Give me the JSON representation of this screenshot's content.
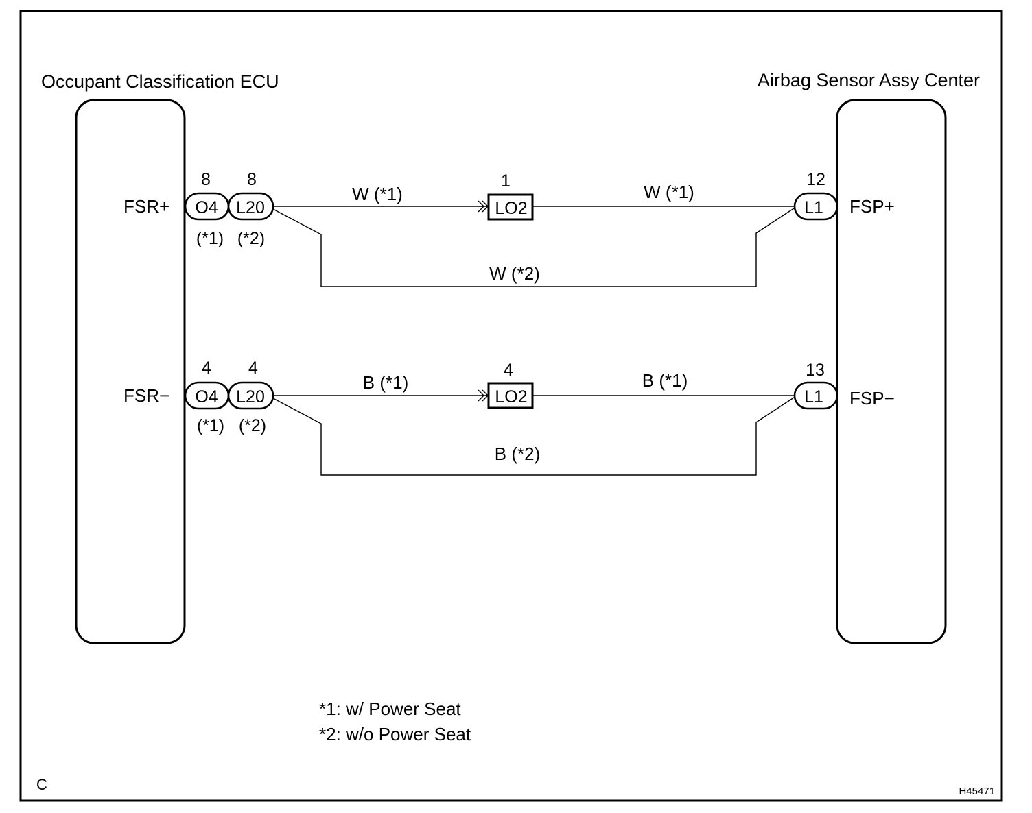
{
  "ecu_left": {
    "title": "Occupant Classification ECU",
    "pin_pos": "FSR+",
    "pin_neg": "FSR−"
  },
  "ecu_right": {
    "title": "Airbag Sensor Assy Center",
    "pin_pos": "FSP+",
    "pin_neg": "FSP−"
  },
  "circuit_pos": {
    "left_connectors": [
      {
        "name": "O4",
        "pin": "8",
        "variant": "(*1)"
      },
      {
        "name": "L20",
        "pin": "8",
        "variant": "(*2)"
      }
    ],
    "junction": {
      "name": "LO2",
      "pin": "1"
    },
    "right_connector": {
      "name": "L1",
      "pin": "12"
    },
    "wire_a": "W (*1)",
    "wire_b": "W (*1)",
    "wire_c": "W (*2)"
  },
  "circuit_neg": {
    "left_connectors": [
      {
        "name": "O4",
        "pin": "4",
        "variant": "(*1)"
      },
      {
        "name": "L20",
        "pin": "4",
        "variant": "(*2)"
      }
    ],
    "junction": {
      "name": "LO2",
      "pin": "4"
    },
    "right_connector": {
      "name": "L1",
      "pin": "13"
    },
    "wire_a": "B (*1)",
    "wire_b": "B (*1)",
    "wire_c": "B (*2)"
  },
  "notes": [
    "*1: w/ Power Seat",
    "*2: w/o Power Seat"
  ],
  "corner_code": "C",
  "figure_id": "H45471",
  "colors": {
    "ink": "#000000",
    "background": "#ffffff"
  }
}
